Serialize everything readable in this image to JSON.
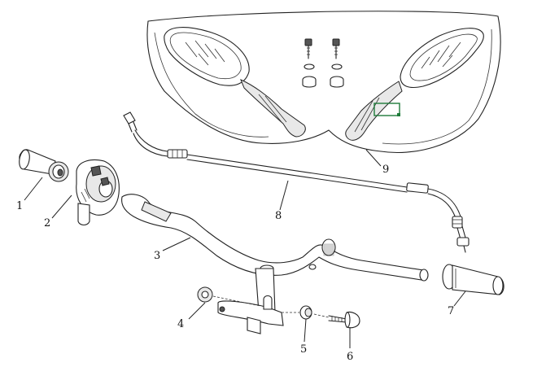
{
  "callouts": [
    {
      "id": "1",
      "text": "1"
    },
    {
      "id": "2",
      "text": "2"
    },
    {
      "id": "3",
      "text": "3"
    },
    {
      "id": "4",
      "text": "4"
    },
    {
      "id": "5",
      "text": "5"
    },
    {
      "id": "6",
      "text": "6"
    },
    {
      "id": "7",
      "text": "7"
    },
    {
      "id": "8",
      "text": "8"
    },
    {
      "id": "9",
      "text": "9"
    }
  ],
  "colors": {
    "line": "#222222",
    "highlight_box": "#1e7b3a",
    "background": "#ffffff"
  }
}
